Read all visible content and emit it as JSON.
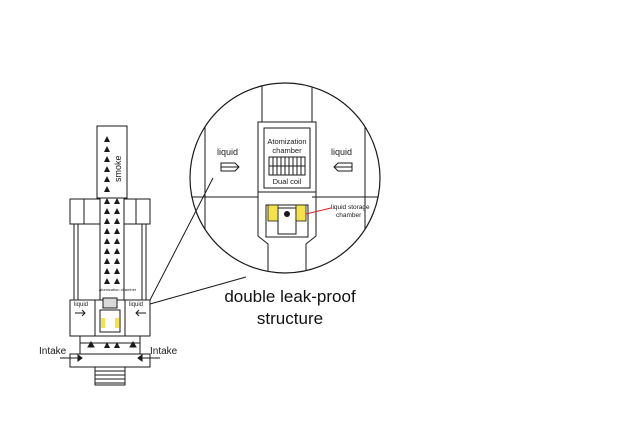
{
  "labels": {
    "smoke": "smoke",
    "liquid_left_small": "liquid",
    "liquid_right_small": "liquid",
    "atomization_small": "atomization chamber",
    "intake_left": "Intake",
    "intake_right": "Intake",
    "liquid_left_zoom": "liquid",
    "liquid_right_zoom": "liquid",
    "atomization_zoom_line1": "Atomization",
    "atomization_zoom_line2": "chamber",
    "dual_coil": "Dual coil",
    "storage_line1": "liquid storage",
    "storage_line2": "chamber"
  },
  "caption": {
    "line1": "double leak-proof",
    "line2": "structure"
  },
  "colors": {
    "line": "#1a1a1a",
    "storage_fill": "#f3e24a",
    "pointer": "#d92020"
  }
}
